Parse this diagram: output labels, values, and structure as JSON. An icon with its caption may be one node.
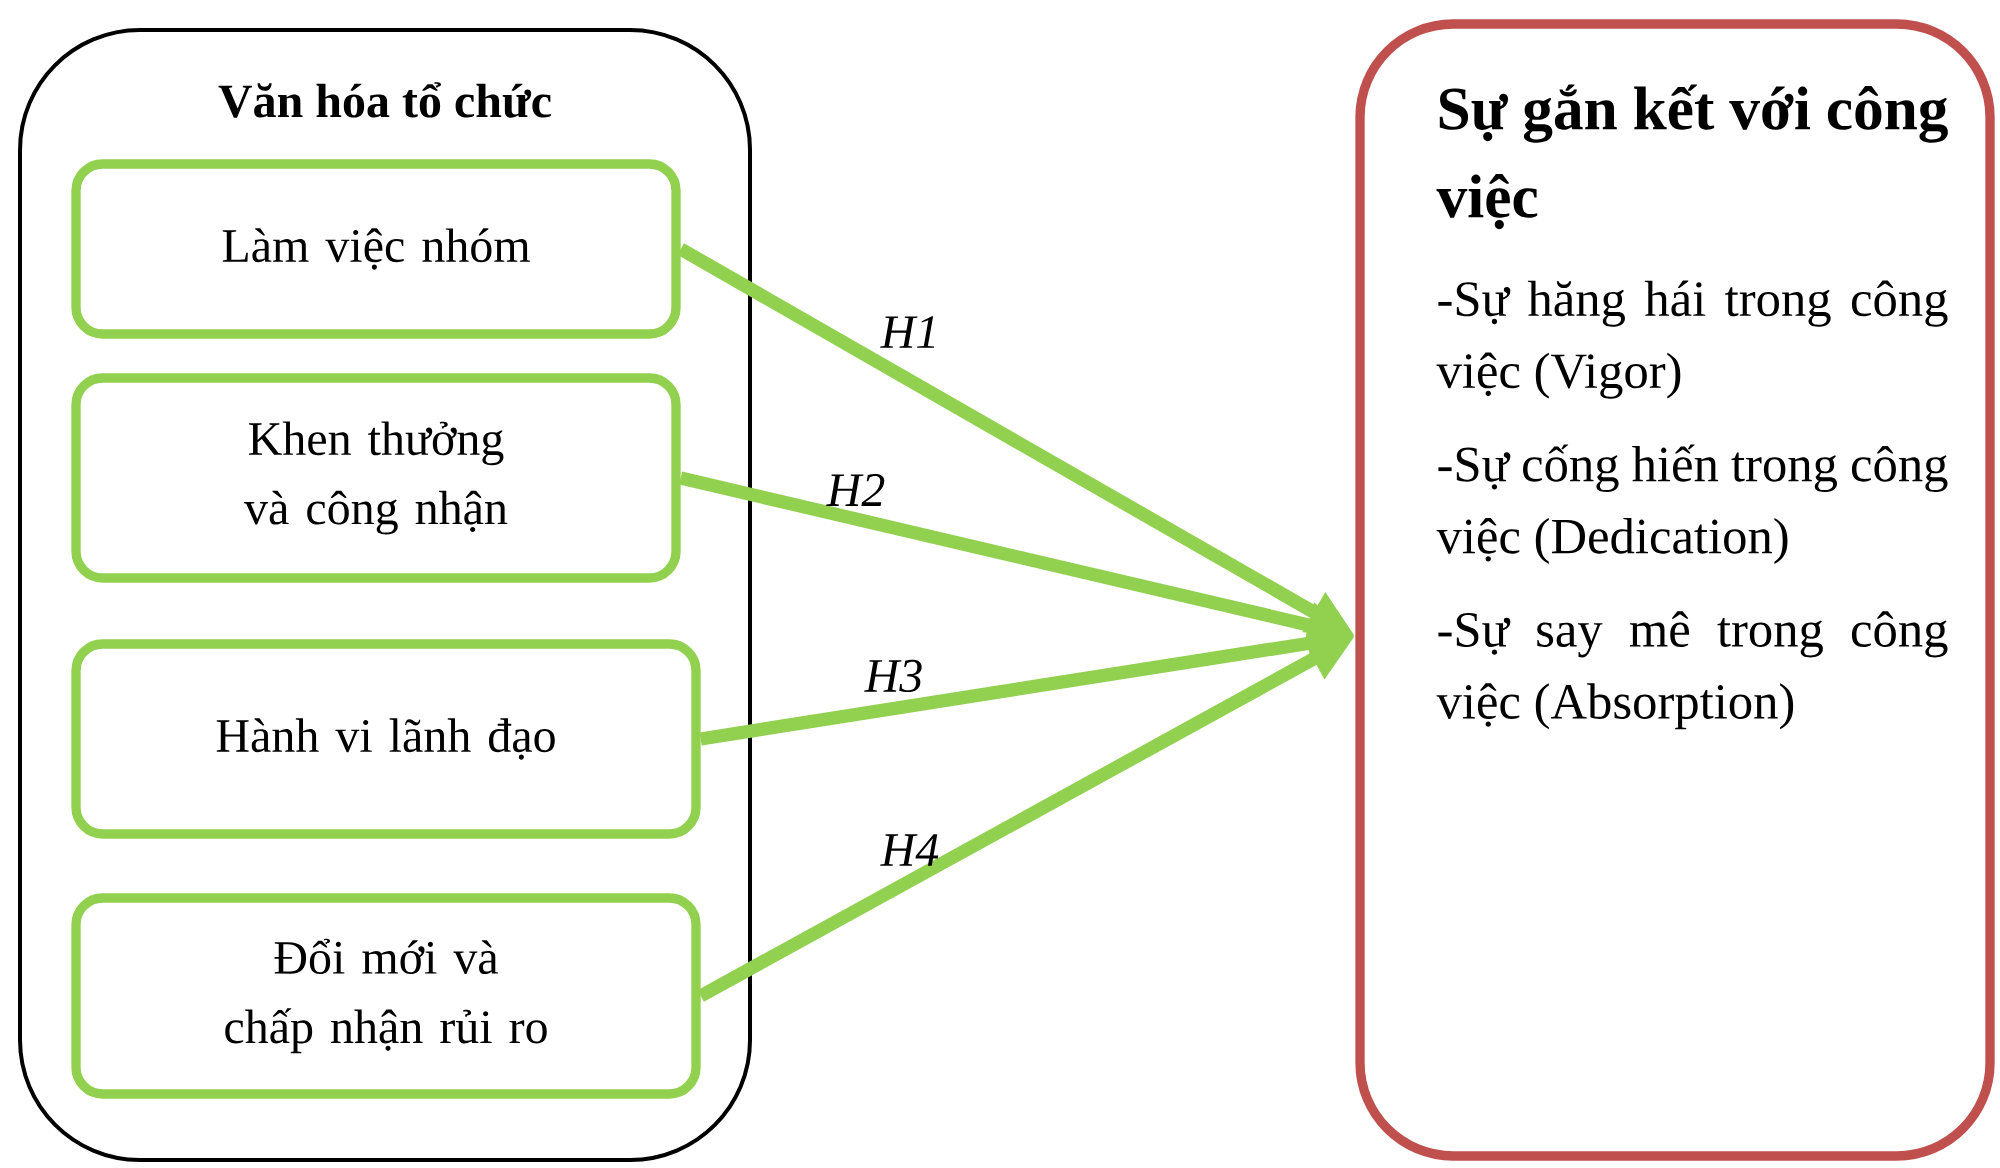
{
  "diagram": {
    "nodes": [
      {
        "text": [
          "Văn hóa tổ chức"
        ]
      },
      {
        "text": [
          "Làm việc nhóm"
        ],
        "in": 0
      },
      {
        "text": [
          "Khen thưởng và công nhận"
        ],
        "in": 0
      },
      {
        "text": [
          "Hành vi lãnh đạo"
        ],
        "in": 0
      },
      {
        "text": [
          "Đổi mới và chấp nhận rủi ro"
        ],
        "in": 0
      },
      {
        "text": [
          "Sự gắn kết với công việc",
          "-Sự hăng hái trong công việc (Vigor)",
          "-Sự cống hiến trong công việc (Dedication)",
          "-Sự say mê trong công việc (Absorption)"
        ]
      }
    ],
    "edges": [
      {
        "from": 1,
        "to": 5,
        "arrow": "to",
        "label": "H1"
      },
      {
        "from": 2,
        "to": 5,
        "arrow": "to",
        "label": "H2"
      },
      {
        "from": 3,
        "to": 5,
        "arrow": "to",
        "label": "H3"
      },
      {
        "from": 4,
        "to": 5,
        "arrow": "to",
        "label": "H4"
      }
    ]
  }
}
